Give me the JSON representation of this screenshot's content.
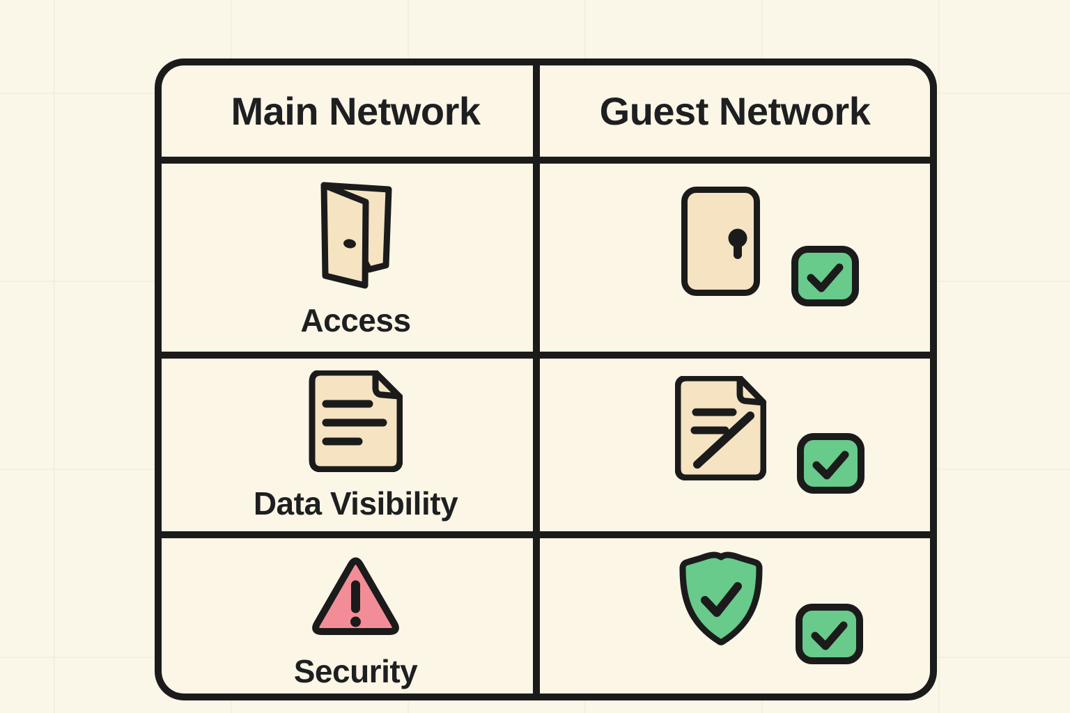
{
  "table": {
    "columns": [
      {
        "header": "Main Network"
      },
      {
        "header": "Guest Network"
      }
    ],
    "rows": [
      {
        "label": "Access",
        "main_icon": "door-open-icon",
        "guest_icon": "door-locked-icon",
        "guest_status": "checked"
      },
      {
        "label": "Data Visibility",
        "main_icon": "document-icon",
        "guest_icon": "document-restricted-icon",
        "guest_status": "checked"
      },
      {
        "label": "Security",
        "main_icon": "warning-triangle-icon",
        "guest_icon": "shield-check-icon",
        "guest_status": "checked"
      }
    ]
  },
  "colors": {
    "page_background": "#FAF7E9",
    "cell_background": "#FBF6E6",
    "border": "#1B1B1B",
    "icon_cream": "#F5E3C2",
    "check_green": "#68CA8B",
    "warning_pink": "#F28D98",
    "text": "#1E1F21"
  }
}
